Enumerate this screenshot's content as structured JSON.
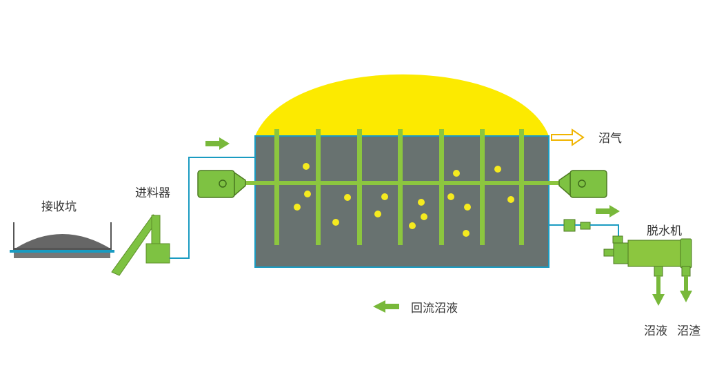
{
  "labels": {
    "pit": "接收坑",
    "feeder": "进料器",
    "biogas": "沼气",
    "dewatering_machine": "脱水机",
    "reflux": "回流沼液",
    "digestate_liquid": "沼液",
    "digestate_residue": "沼渣"
  },
  "colors": {
    "tank_body": "#687270",
    "tank_border": "#1a9bc1",
    "gas_dome": "#fcea00",
    "stirrer_green": "#8cc63f",
    "equipment_green": "#7ec242",
    "arrow_green": "#78b83a",
    "pipe_blue": "#1a9bc1",
    "bubble_yellow": "#f5ea1f",
    "pit_grey": "#666666",
    "text": "#333333"
  },
  "icons": {
    "flow_arrow": "arrow-right-icon",
    "reflux_arrow": "arrow-left-icon",
    "motor": "motor-icon"
  }
}
